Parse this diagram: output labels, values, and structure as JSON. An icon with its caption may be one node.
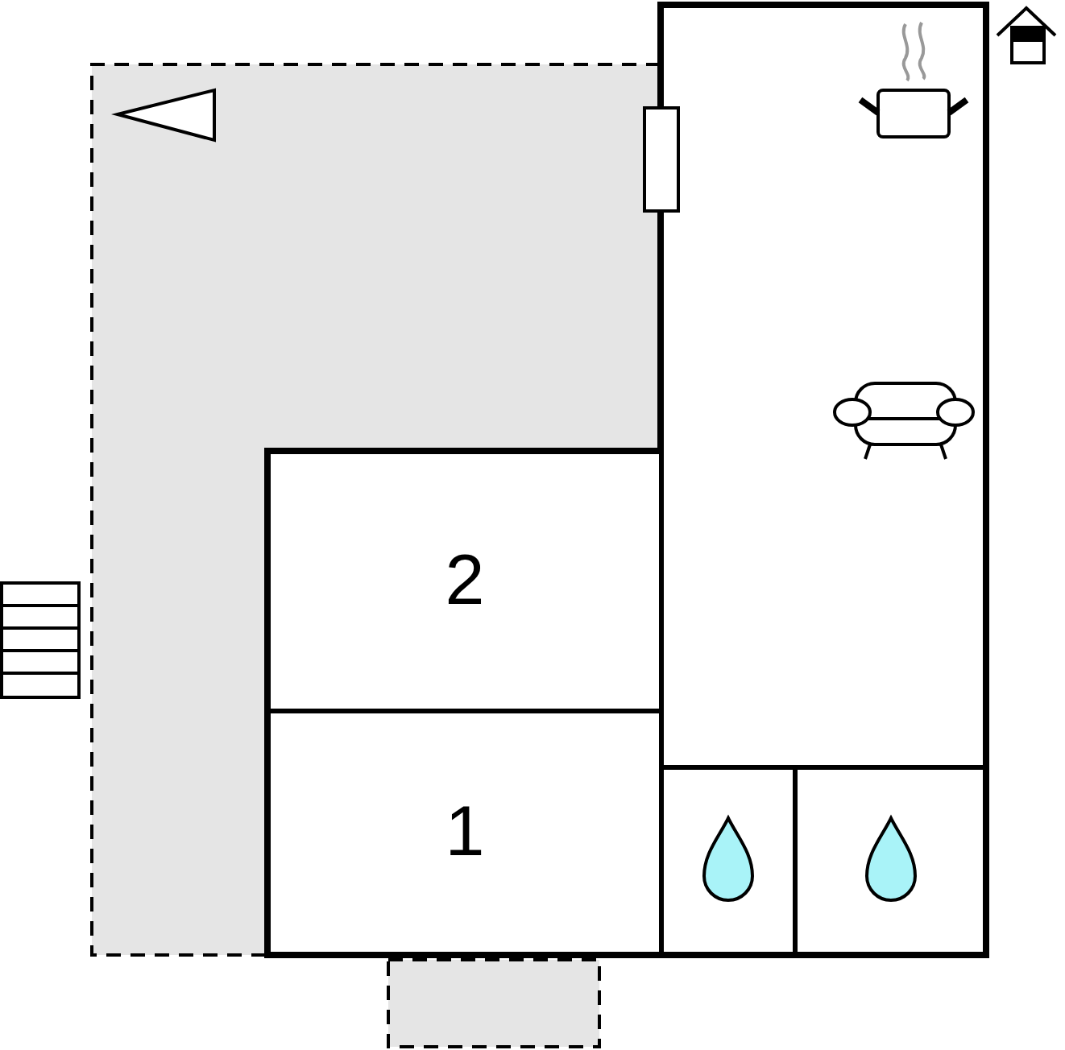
{
  "diagram": {
    "nodes": [
      {
        "text": [
          "2"
        ]
      },
      {
        "text": [
          "1"
        ]
      },
      {
        "text": [],
        "shape": "box"
      },
      {
        "text": [],
        "shape": "box"
      },
      {
        "text": [],
        "shape": "box"
      }
    ]
  }
}
